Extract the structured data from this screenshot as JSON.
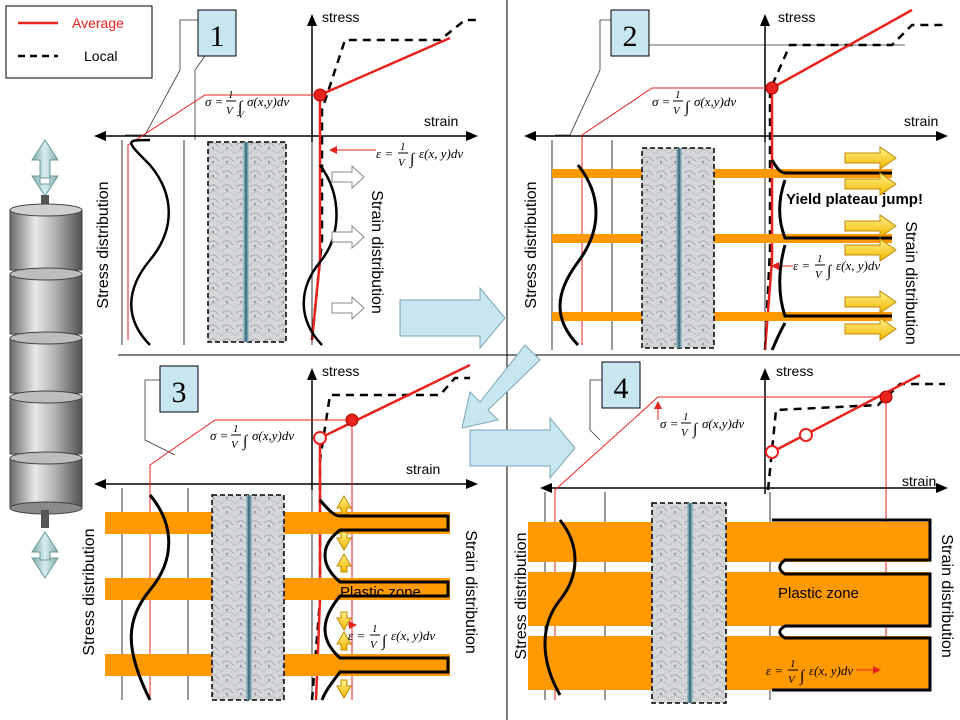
{
  "legend": {
    "average": "Average",
    "local": "Local"
  },
  "panels": [
    {
      "number": "1",
      "stress": "stress",
      "strain": "strain",
      "stress_distribution": "Stress distribution",
      "strain_distribution": "Strain distribution"
    },
    {
      "number": "2",
      "stress": "stress",
      "strain": "strain",
      "stress_distribution": "Stress distribution",
      "strain_distribution": "Strain distribution",
      "annotation": "Yield plateau  jump!"
    },
    {
      "number": "3",
      "stress": "stress",
      "strain": "strain",
      "stress_distribution": "Stress distribution",
      "strain_distribution": "Strain distribution",
      "annotation": "Plastic zone"
    },
    {
      "number": "4",
      "stress": "stress",
      "strain": "strain",
      "stress_distribution": "Stress distribution",
      "strain_distribution": "Strain distribution",
      "annotation": "Plastic zone"
    }
  ],
  "formulas": {
    "stress_avg": "σ = (1/V) ∫ σ(x, y) dv",
    "strain_avg": "ε = (1/V) ∫ ε(x, y) dv"
  },
  "colors": {
    "average": "#e8231e",
    "local": "#000000",
    "plastic": "#ff9900",
    "arrow_fill": "#ffd400",
    "flow_arrow": "#c8e6f0",
    "panel_number": "#c8e6f0"
  }
}
